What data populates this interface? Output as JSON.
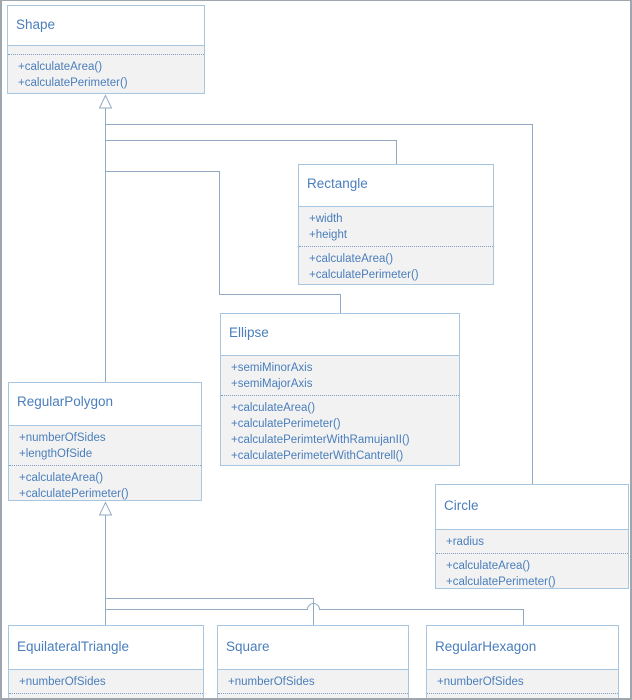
{
  "classes": {
    "shape": {
      "name": "Shape",
      "attributes": [],
      "methods": [
        "+calculateArea()",
        "+calculatePerimeter()"
      ]
    },
    "rectangle": {
      "name": "Rectangle",
      "attributes": [
        "+width",
        "+height"
      ],
      "methods": [
        "+calculateArea()",
        "+calculatePerimeter()"
      ]
    },
    "ellipse": {
      "name": "Ellipse",
      "attributes": [
        "+semiMinorAxis",
        "+semiMajorAxis"
      ],
      "methods": [
        "+calculateArea()",
        "+calculatePerimeter()",
        "+calculatePerimterWithRamujanII()",
        "+calculatePerimeterWithCantrell()"
      ]
    },
    "regular_polygon": {
      "name": "RegularPolygon",
      "attributes": [
        "+numberOfSides",
        "+lengthOfSide"
      ],
      "methods": [
        "+calculateArea()",
        "+calculatePerimeter()"
      ]
    },
    "circle": {
      "name": "Circle",
      "attributes": [
        "+radius"
      ],
      "methods": [
        "+calculateArea()",
        "+calculatePerimeter()"
      ]
    },
    "equilateral_triangle": {
      "name": "EquilateralTriangle",
      "attributes": [
        "+numberOfSides"
      ],
      "methods": []
    },
    "square": {
      "name": "Square",
      "attributes": [
        "+numberOfSides"
      ],
      "methods": []
    },
    "regular_hexagon": {
      "name": "RegularHexagon",
      "attributes": [
        "+numberOfSides"
      ],
      "methods": []
    }
  },
  "relations": [
    {
      "type": "inheritance",
      "parent": "Shape",
      "children": [
        "Rectangle",
        "Ellipse",
        "RegularPolygon",
        "Circle"
      ]
    },
    {
      "type": "inheritance",
      "parent": "RegularPolygon",
      "children": [
        "EquilateralTriangle",
        "Square",
        "RegularHexagon"
      ]
    }
  ],
  "colors": {
    "title_text": "#4a7ebc",
    "member_text": "#4a7ebc",
    "box_border": "#a9c6e0",
    "body_fill": "#f2f2f2",
    "connector_line": "#93aac2",
    "canvas_border": "#9fa6ad",
    "canvas_bg": "#ffffff"
  }
}
